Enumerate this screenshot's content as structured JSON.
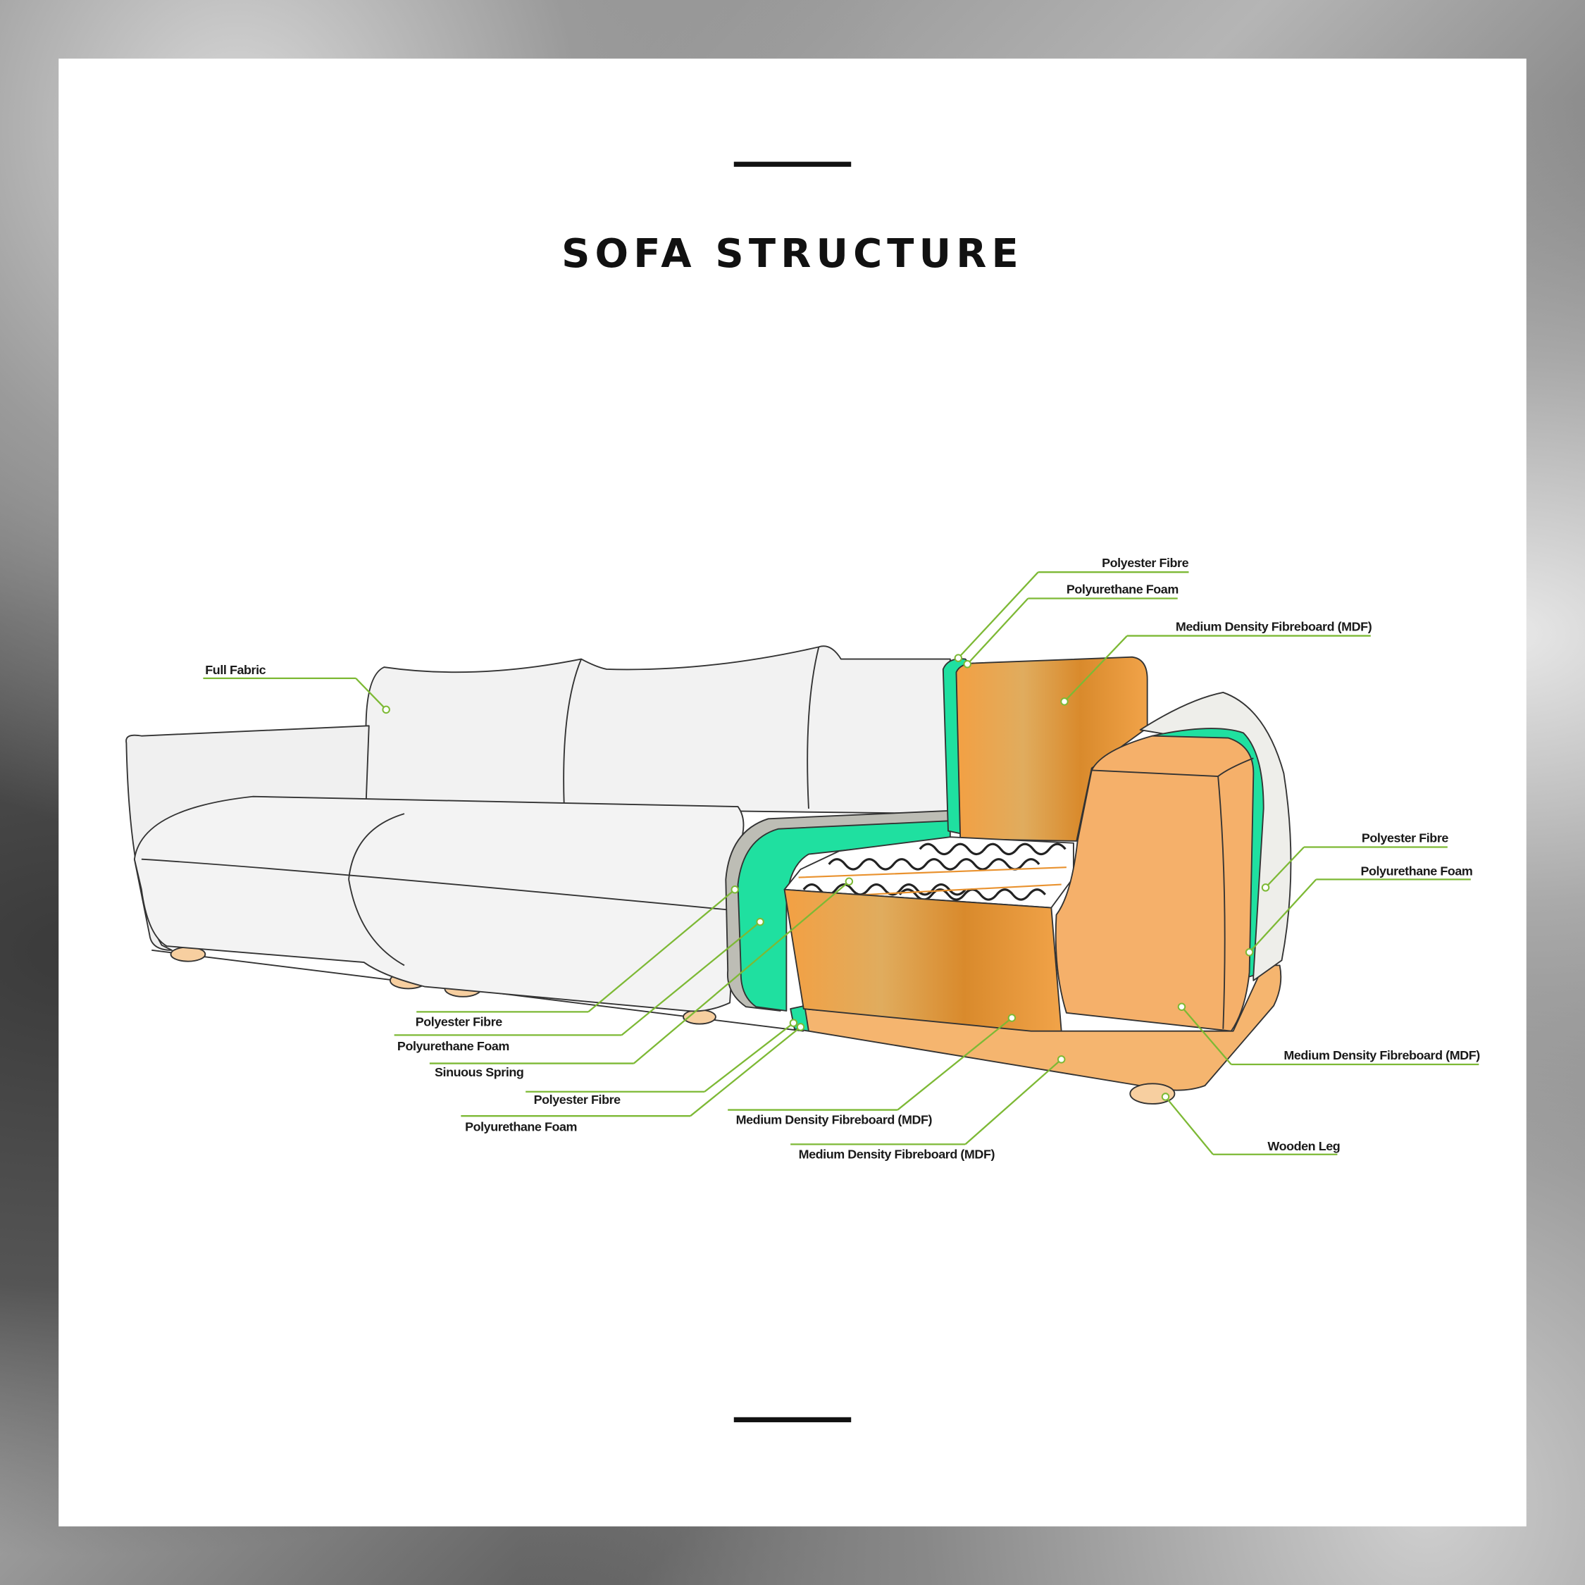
{
  "title": "SOFA STRUCTURE",
  "colors": {
    "leader": "#7db935",
    "foam": "#1fe0a0",
    "mdf": "#f0a04a",
    "panel": "#ffffff"
  },
  "labels": [
    {
      "text": "Polyester Fibre"
    },
    {
      "text": "Polyurethane Foam"
    },
    {
      "text": "Medium Density Fibreboard (MDF)"
    },
    {
      "text": "Full Fabric"
    },
    {
      "text": "Polyester Fibre"
    },
    {
      "text": "Polyurethane Foam"
    },
    {
      "text": "Medium Density Fibreboard (MDF)"
    },
    {
      "text": "Wooden Leg"
    },
    {
      "text": "Polyester Fibre"
    },
    {
      "text": "Polyurethane Foam"
    },
    {
      "text": "Sinuous Spring"
    },
    {
      "text": "Polyester Fibre"
    },
    {
      "text": "Polyurethane Foam"
    },
    {
      "text": "Medium Density Fibreboard (MDF)"
    },
    {
      "text": "Medium Density Fibreboard (MDF)"
    }
  ]
}
